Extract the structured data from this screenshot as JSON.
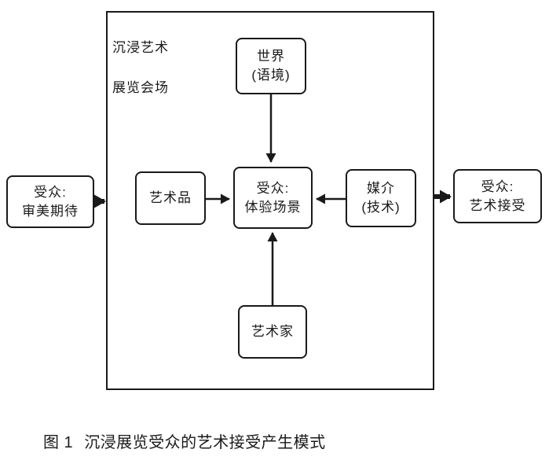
{
  "colors": {
    "line": "#1a1a1a",
    "background": "#ffffff"
  },
  "container": {
    "label_line1": "沉浸艺术",
    "label_line2": "展览会场"
  },
  "nodes": {
    "world": {
      "line1": "世界",
      "line2": "(语境)"
    },
    "artwork": {
      "label": "艺术品"
    },
    "experience_scene": {
      "line1": "受众:",
      "line2": "体验场景"
    },
    "medium": {
      "line1": "媒介",
      "line2": "(技术)"
    },
    "artist": {
      "label": "艺术家"
    },
    "aesthetic_expectation": {
      "line1": "受众:",
      "line2": "审美期待"
    },
    "art_acceptance": {
      "line1": "受众:",
      "line2": "艺术接受"
    }
  },
  "edges": [
    {
      "from": "world",
      "to": "experience_scene"
    },
    {
      "from": "artwork",
      "to": "experience_scene"
    },
    {
      "from": "medium",
      "to": "experience_scene"
    },
    {
      "from": "artist",
      "to": "experience_scene"
    },
    {
      "from": "aesthetic_expectation",
      "to": "container"
    },
    {
      "from": "container",
      "to": "art_acceptance"
    }
  ],
  "caption": {
    "prefix": "图 1",
    "text": "沉浸展览受众的艺术接受产生模式"
  }
}
